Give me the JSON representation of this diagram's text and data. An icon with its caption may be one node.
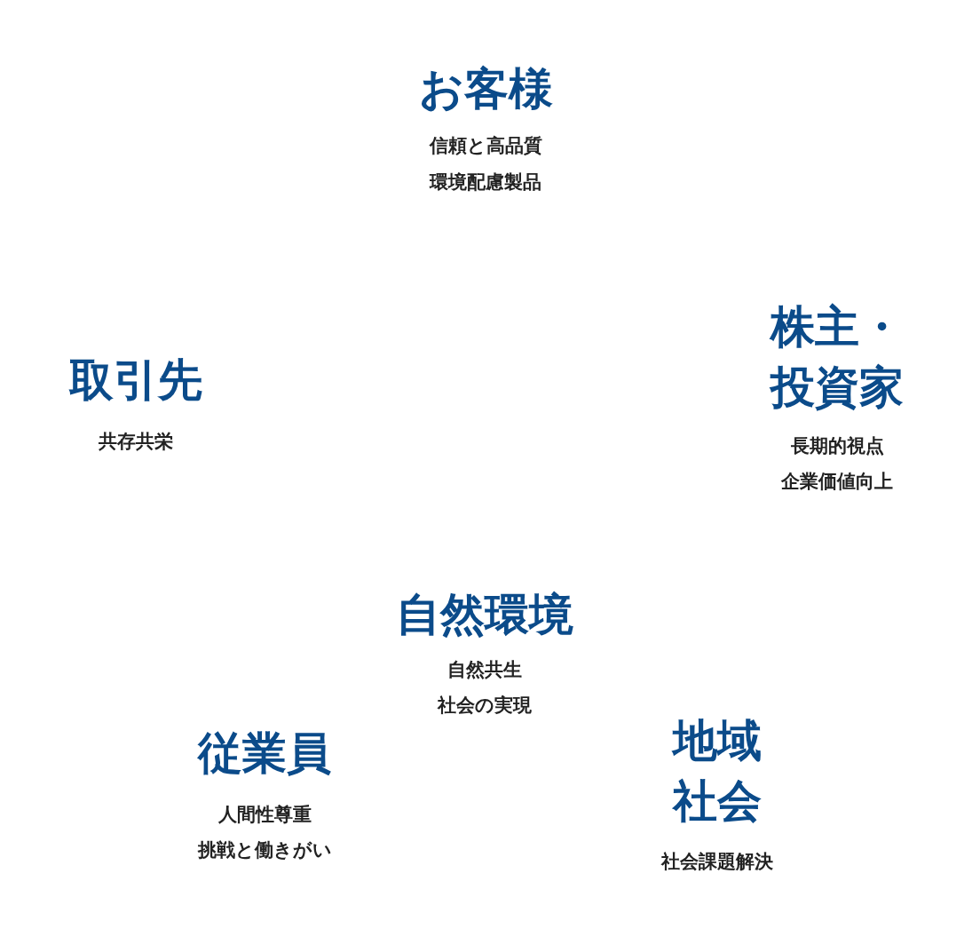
{
  "diagram": {
    "labels": [
      "お客様",
      "信頼と高品質",
      "環境配慮製品",
      "株主・投資家",
      "取引先",
      "共存共栄",
      "長期的視点",
      "企業価値向上",
      "自然環境",
      "自然共生",
      "社会の実現",
      "地域社会",
      "従業員",
      "人間性尊重",
      "挑戦と働きがい",
      "社会課題解決"
    ]
  }
}
